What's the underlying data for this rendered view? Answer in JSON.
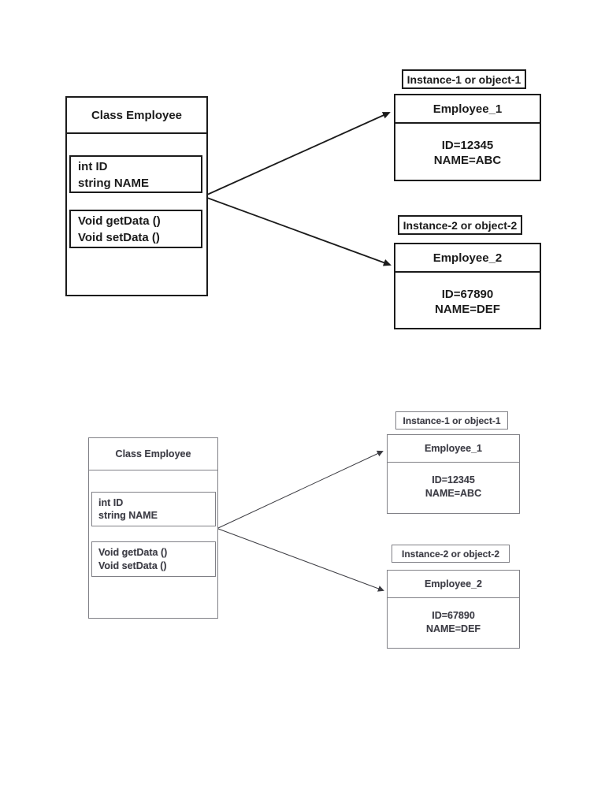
{
  "page": {
    "background": "#ffffff"
  },
  "colors": {
    "top_ink": "#1b1b1b",
    "bottom_ink": "#3e3e46",
    "bottom_border": "#808086"
  },
  "diagram_top": {
    "class_box": {
      "title": "Class Employee",
      "attributes": [
        "int ID",
        "string NAME"
      ],
      "methods": [
        "Void getData ()",
        "Void setData ()"
      ]
    },
    "instance1": {
      "label": "Instance-1 or object-1",
      "title": "Employee_1",
      "fields": [
        "ID=12345",
        "NAME=ABC"
      ]
    },
    "instance2": {
      "label": "Instance-2 or object-2",
      "title": "Employee_2",
      "fields": [
        "ID=67890",
        "NAME=DEF"
      ]
    }
  },
  "diagram_bottom": {
    "class_box": {
      "title": "Class Employee",
      "attributes": [
        "int ID",
        "string NAME"
      ],
      "methods": [
        "Void getData ()",
        "Void setData ()"
      ]
    },
    "instance1": {
      "label": "Instance-1 or object-1",
      "title": "Employee_1",
      "fields": [
        "ID=12345",
        "NAME=ABC"
      ]
    },
    "instance2": {
      "label": "Instance-2 or object-2",
      "title": "Employee_2",
      "fields": [
        "ID=67890",
        "NAME=DEF"
      ]
    }
  }
}
